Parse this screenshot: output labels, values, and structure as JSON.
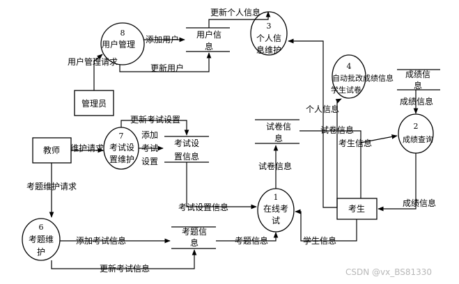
{
  "processes": [
    {
      "id": "p8",
      "num": "8",
      "label1": "用户管理",
      "label2": ""
    },
    {
      "id": "p3",
      "num": "3",
      "label1": "个人信",
      "label2": "息维护"
    },
    {
      "id": "p4",
      "num": "4",
      "label1": "自动批改成绩信息",
      "label2": "学生试卷"
    },
    {
      "id": "p2",
      "num": "2",
      "label1": "成绩查询",
      "label2": ""
    },
    {
      "id": "p7",
      "num": "7",
      "label1": "考试设",
      "label2": "置维护"
    },
    {
      "id": "p1",
      "num": "1",
      "label1": "在线考",
      "label2": "试"
    },
    {
      "id": "p6",
      "num": "6",
      "label1": "考题维",
      "label2": "护"
    }
  ],
  "stores": [
    {
      "id": "s_user",
      "label1": "用户信",
      "label2": "息"
    },
    {
      "id": "s_grade",
      "label1": "成绩信",
      "label2": "息"
    },
    {
      "id": "s_paper",
      "label1": "试卷信",
      "label2": "息"
    },
    {
      "id": "s_exam",
      "label1": "考试设",
      "label2": "置信息"
    },
    {
      "id": "s_question",
      "label1": "考题信",
      "label2": "息"
    }
  ],
  "entities": [
    {
      "id": "e_admin",
      "label": "管理员"
    },
    {
      "id": "e_teacher",
      "label": "教师"
    },
    {
      "id": "e_student",
      "label": "考生"
    }
  ],
  "flows": {
    "update_personal": "更新个人信息",
    "add_user": "添加用户",
    "user_mgmt_request": "用户管理请求",
    "update_user": "更新用户",
    "personal_info": "个人信息",
    "grade_info_1": "成绩信息",
    "paper_info_1": "试卷信息",
    "student_info_1": "考生信息",
    "update_exam_settings": "更新考试设置",
    "add_exam_settings_1": "添加",
    "add_exam_settings_2": "考试",
    "add_exam_settings_3": "设置",
    "maintain_request": "维护请求",
    "paper_info_2": "试卷信息",
    "question_request": "考题维护请求",
    "exam_settings_info": "考试设置信息",
    "grade_info_2": "成绩信息",
    "add_exam_info": "添加考试信息",
    "question_info": "考题信息",
    "student_info_2": "学生信息",
    "update_exam_info": "更新考试信息"
  },
  "watermark": "CSDN @vx_BS81330"
}
